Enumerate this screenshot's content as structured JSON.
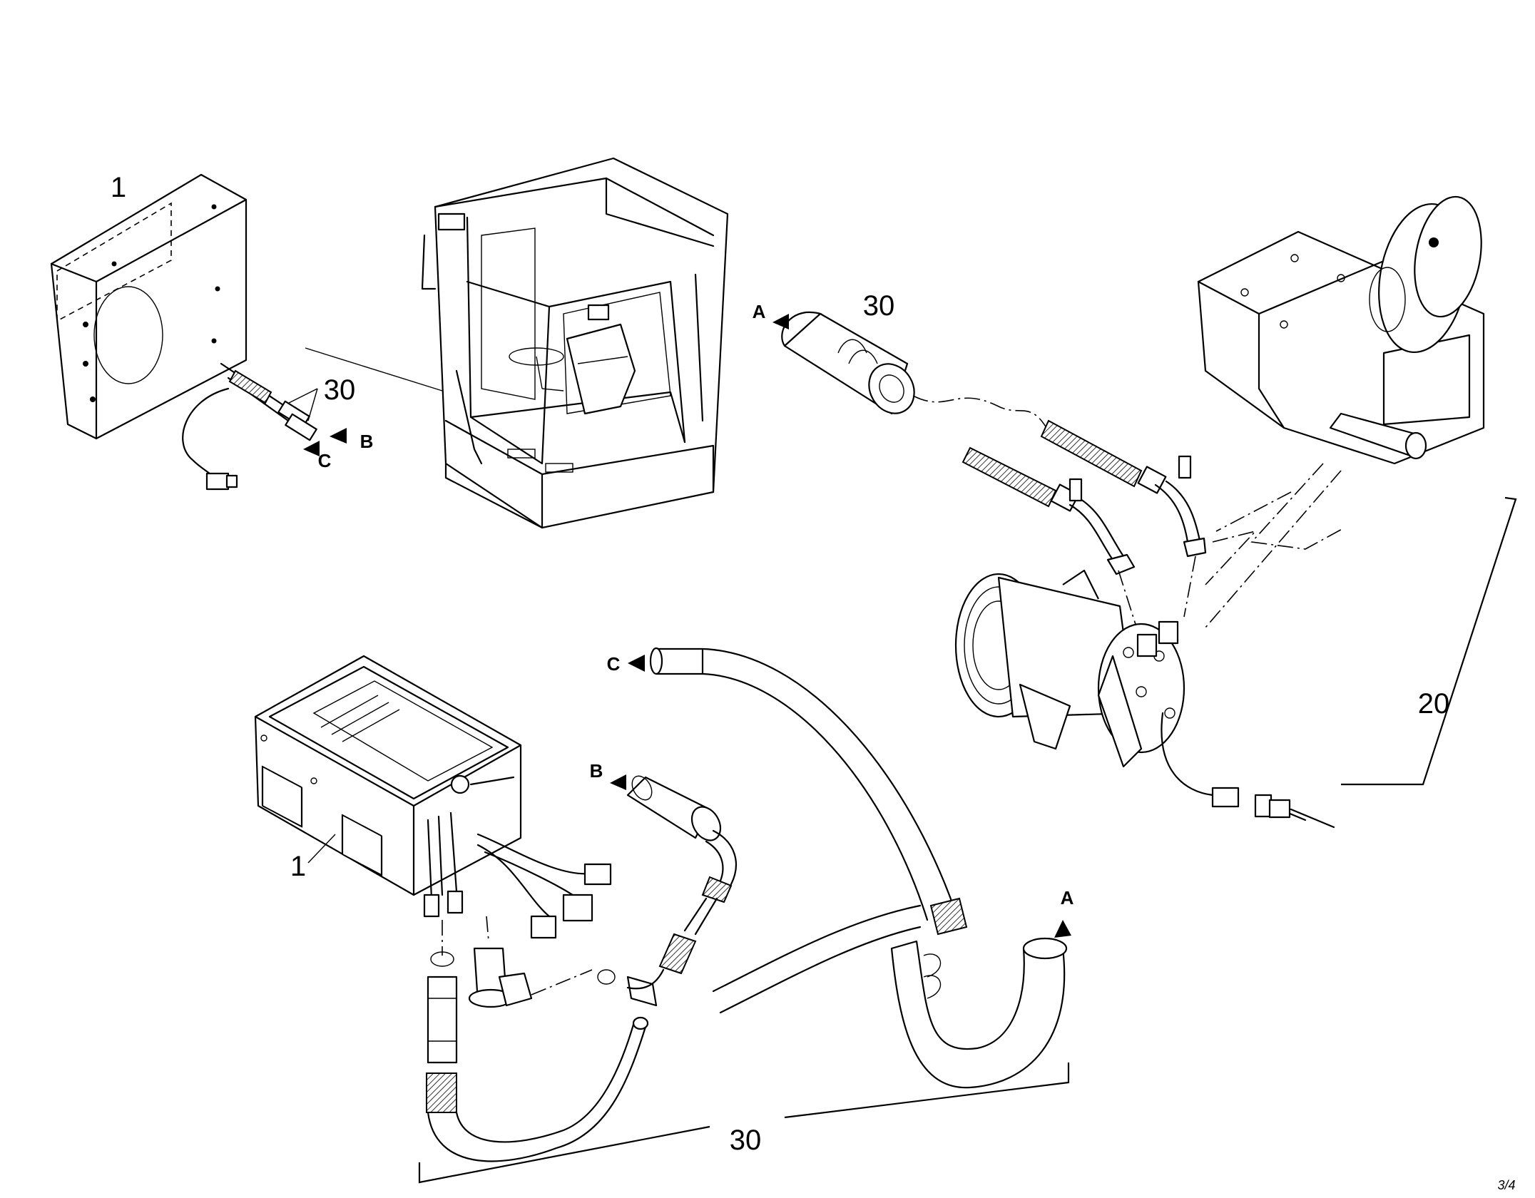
{
  "diagram": {
    "callouts": {
      "evap_cover": "1",
      "hoses_top_left": "30",
      "hose_top_center": "30",
      "heater_unit": "1",
      "compressor_group": "20",
      "hose_group_bottom": "30"
    },
    "connection_labels": {
      "top_left_C": "C",
      "top_left_B": "B",
      "top_hose_A": "A",
      "bottom_hose_C": "C",
      "bottom_hose_B": "B",
      "bottom_hose_A": "A"
    },
    "corner_mark": "3/4"
  }
}
